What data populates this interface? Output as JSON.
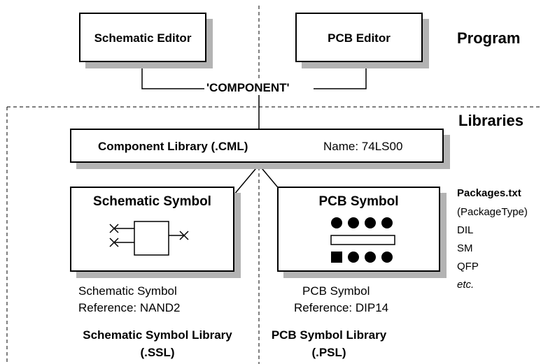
{
  "program": {
    "section_label": "Program",
    "schematic_editor": "Schematic Editor",
    "pcb_editor": "PCB Editor",
    "component_tag": "'COMPONENT'"
  },
  "libraries": {
    "section_label": "Libraries",
    "component_library": {
      "title": "Component Library (.CML)",
      "name": "Name: 74LS00"
    },
    "schematic": {
      "box_title": "Schematic Symbol",
      "caption_line1": "Schematic Symbol",
      "caption_line2": "Reference: NAND2",
      "library_line1": "Schematic Symbol Library",
      "library_line2": "(.SSL)"
    },
    "pcb": {
      "box_title": "PCB Symbol",
      "caption_line1": "PCB Symbol",
      "caption_line2": "Reference: DIP14",
      "library_line1": "PCB Symbol Library",
      "library_line2": "(.PSL)"
    },
    "packages": {
      "title": "Packages.txt",
      "items": [
        "(PackageType)",
        "DIL",
        "SM",
        "QFP",
        "etc."
      ]
    }
  }
}
